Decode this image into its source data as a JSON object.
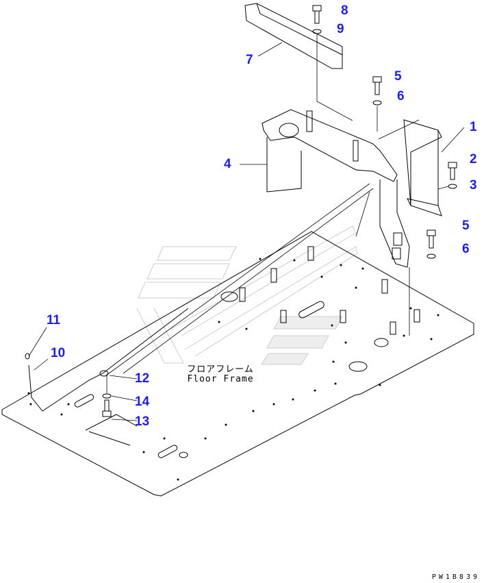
{
  "diagram": {
    "caption_jp": "フロアフレーム",
    "caption_en": "Floor Frame",
    "drawing_code": "PW1B839",
    "callout_color": "#1c1cf0",
    "callouts": [
      {
        "id": "c8",
        "label": "8"
      },
      {
        "id": "c9",
        "label": "9"
      },
      {
        "id": "c7",
        "label": "7"
      },
      {
        "id": "c5a",
        "label": "5"
      },
      {
        "id": "c6a",
        "label": "6"
      },
      {
        "id": "c1",
        "label": "1"
      },
      {
        "id": "c2",
        "label": "2"
      },
      {
        "id": "c3",
        "label": "3"
      },
      {
        "id": "c4",
        "label": "4"
      },
      {
        "id": "c5b",
        "label": "5"
      },
      {
        "id": "c6b",
        "label": "6"
      },
      {
        "id": "c11",
        "label": "11"
      },
      {
        "id": "c10",
        "label": "10"
      },
      {
        "id": "c12",
        "label": "12"
      },
      {
        "id": "c14",
        "label": "14"
      },
      {
        "id": "c13",
        "label": "13"
      }
    ]
  }
}
